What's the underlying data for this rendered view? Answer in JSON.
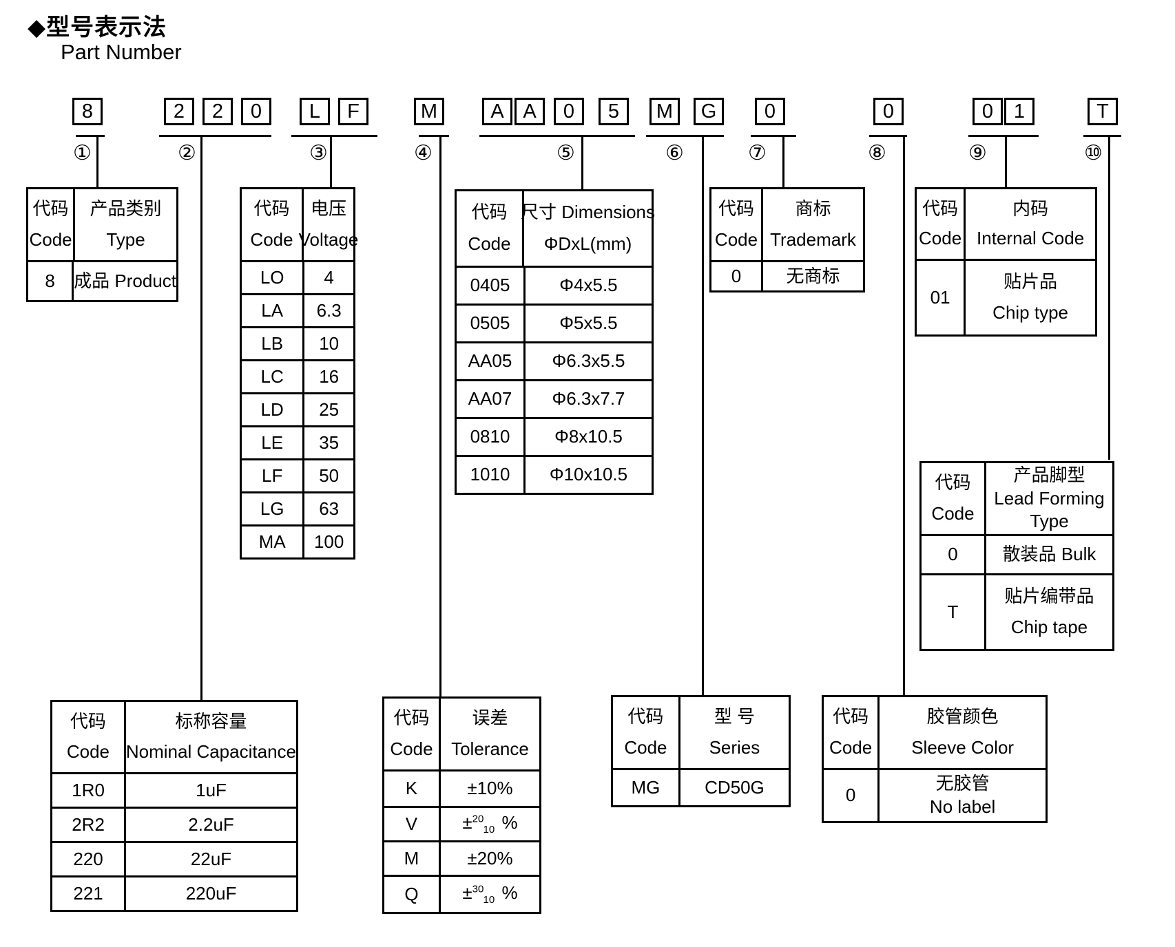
{
  "title": {
    "cn": "◆型号表示法",
    "en": "Part Number"
  },
  "part_code": {
    "groups": [
      {
        "num": "①",
        "chars": [
          "8"
        ]
      },
      {
        "num": "②",
        "chars": [
          "2",
          "2",
          "0"
        ]
      },
      {
        "num": "③",
        "chars": [
          "L",
          "F"
        ]
      },
      {
        "num": "④",
        "chars": [
          "M"
        ]
      },
      {
        "num": "⑤",
        "chars": [
          "A",
          "A",
          "0",
          "5"
        ]
      },
      {
        "num": "⑥",
        "chars": [
          "M",
          "G"
        ]
      },
      {
        "num": "⑦",
        "chars": [
          "0"
        ]
      },
      {
        "num": "⑧",
        "chars": [
          "0"
        ]
      },
      {
        "num": "⑨",
        "chars": [
          "0",
          "1"
        ]
      },
      {
        "num": "⑩",
        "chars": [
          "T"
        ]
      }
    ]
  },
  "tables": {
    "product_type": {
      "headers": [
        [
          "代码",
          "Code"
        ],
        [
          "产品类别",
          "Type"
        ]
      ],
      "rows": [
        [
          "8",
          "成品 Product"
        ]
      ]
    },
    "voltage": {
      "headers": [
        [
          "代码",
          "Code"
        ],
        [
          "电压",
          "Voltage"
        ]
      ],
      "rows": [
        [
          "LO",
          "4"
        ],
        [
          "LA",
          "6.3"
        ],
        [
          "LB",
          "10"
        ],
        [
          "LC",
          "16"
        ],
        [
          "LD",
          "25"
        ],
        [
          "LE",
          "35"
        ],
        [
          "LF",
          "50"
        ],
        [
          "LG",
          "63"
        ],
        [
          "MA",
          "100"
        ]
      ]
    },
    "dimensions": {
      "headers": [
        [
          "代码",
          "Code"
        ],
        [
          "尺寸 Dimensions",
          "ΦDxL(mm)"
        ]
      ],
      "rows": [
        [
          "0405",
          "Φ4x5.5"
        ],
        [
          "0505",
          "Φ5x5.5"
        ],
        [
          "AA05",
          "Φ6.3x5.5"
        ],
        [
          "AA07",
          "Φ6.3x7.7"
        ],
        [
          "0810",
          "Φ8x10.5"
        ],
        [
          "1010",
          "Φ10x10.5"
        ]
      ]
    },
    "trademark": {
      "headers": [
        [
          "代码",
          "Code"
        ],
        [
          "商标",
          "Trademark"
        ]
      ],
      "rows": [
        [
          "0",
          "无商标"
        ]
      ]
    },
    "internal_code": {
      "headers": [
        [
          "代码",
          "Code"
        ],
        [
          "内码",
          "Internal Code"
        ]
      ],
      "rows": [
        [
          "01",
          [
            "贴片品",
            "Chip type"
          ]
        ]
      ]
    },
    "lead_forming": {
      "headers": [
        [
          "代码",
          "Code"
        ],
        [
          "产品脚型",
          "Lead Forming",
          "Type"
        ]
      ],
      "rows": [
        [
          "0",
          "散装品 Bulk"
        ],
        [
          "T",
          [
            "贴片编带品",
            "Chip tape"
          ]
        ]
      ]
    },
    "capacitance": {
      "headers": [
        [
          "代码",
          "Code"
        ],
        [
          "标称容量",
          "Nominal Capacitance"
        ]
      ],
      "rows": [
        [
          "1R0",
          "1uF"
        ],
        [
          "2R2",
          "2.2uF"
        ],
        [
          "220",
          "22uF"
        ],
        [
          "221",
          "220uF"
        ]
      ]
    },
    "tolerance": {
      "headers": [
        [
          "代码",
          "Code"
        ],
        [
          "误差",
          "Tolerance"
        ]
      ],
      "rows": [
        [
          "K",
          "±10%"
        ],
        [
          "V",
          {
            "prefix": "±",
            "sup": "20",
            "sub": "10",
            "suffix": "%"
          }
        ],
        [
          "M",
          "±20%"
        ],
        [
          "Q",
          {
            "prefix": "±",
            "sup": "30",
            "sub": "10",
            "suffix": "%"
          }
        ]
      ]
    },
    "series": {
      "headers": [
        [
          "代码",
          "Code"
        ],
        [
          "型 号",
          "Series"
        ]
      ],
      "rows": [
        [
          "MG",
          "CD50G"
        ]
      ]
    },
    "sleeve_color": {
      "headers": [
        [
          "代码",
          "Code"
        ],
        [
          "胶管颜色",
          "Sleeve Color"
        ]
      ],
      "rows": [
        [
          "0",
          [
            "无胶管",
            "No label"
          ]
        ]
      ]
    }
  }
}
